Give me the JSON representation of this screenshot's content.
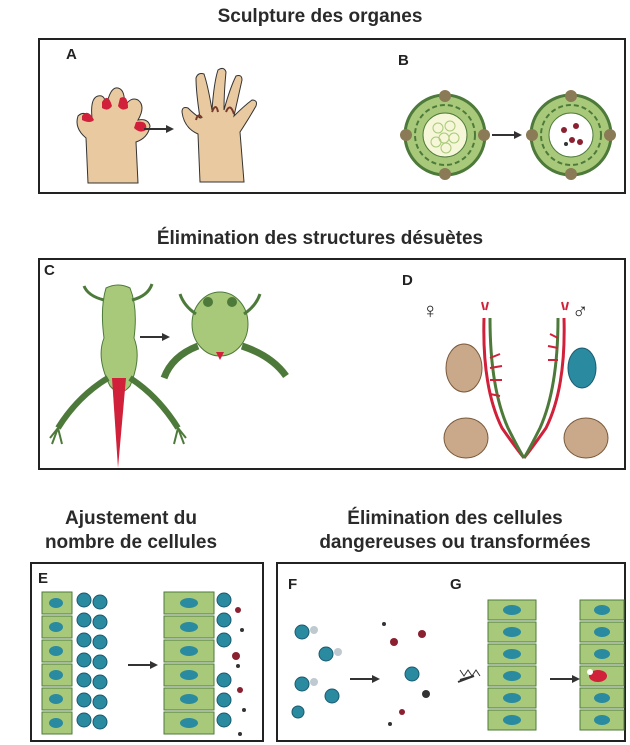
{
  "sections": {
    "sculpture": {
      "title": "Sculpture des organes",
      "labels": {
        "a": "A",
        "b": "B"
      }
    },
    "elimination_structures": {
      "title": "Élimination des structures désuètes",
      "labels": {
        "c": "C",
        "d": "D"
      },
      "female_symbol": "♀",
      "male_symbol": "♂"
    },
    "ajustement": {
      "title_line1": "Ajustement du",
      "title_line2": "nombre de cellules",
      "labels": {
        "e": "E"
      }
    },
    "elimination_cellules": {
      "title_line1": "Élimination des cellules",
      "title_line2": "dangereuses ou transformées",
      "labels": {
        "f": "F",
        "g": "G"
      }
    }
  },
  "colors": {
    "skin": "#e8c9a0",
    "red": "#d0203a",
    "green": "#a9c97a",
    "dark_green": "#4d7a3a",
    "blue": "#2a8aa0",
    "tan": "#c9a98a",
    "outline": "#333333"
  }
}
